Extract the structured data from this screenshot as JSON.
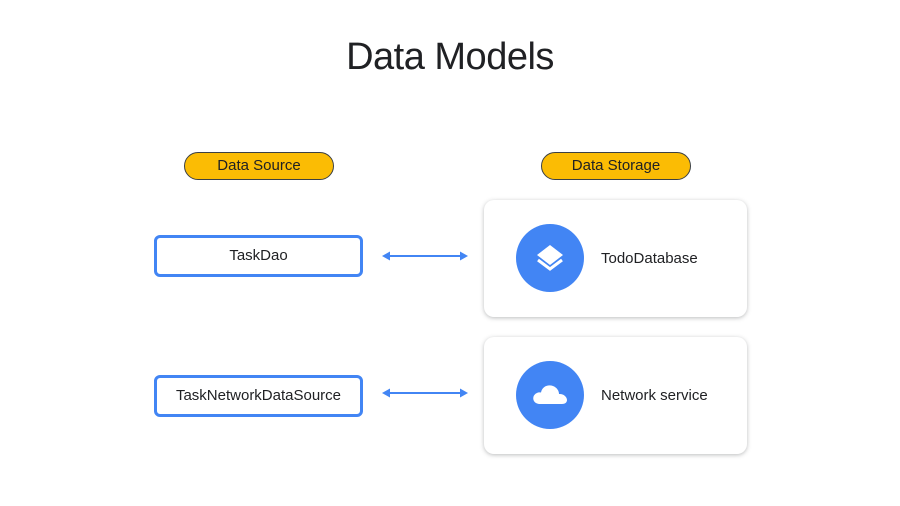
{
  "title": "Data Models",
  "columns": {
    "source_label": "Data Source",
    "storage_label": "Data Storage"
  },
  "rows": [
    {
      "source": "TaskDao",
      "storage": "TodoDatabase",
      "storage_icon": "layers-icon"
    },
    {
      "source": "TaskNetworkDataSource",
      "storage": "Network service",
      "storage_icon": "cloud-icon"
    }
  ],
  "colors": {
    "accent_blue": "#4285f4",
    "pill_yellow": "#fbbc04",
    "text": "#202124"
  }
}
